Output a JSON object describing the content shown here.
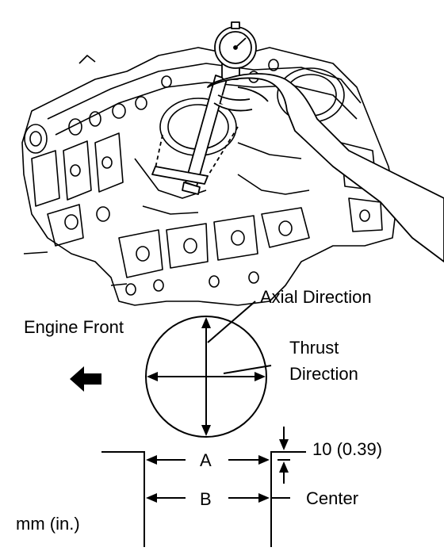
{
  "labels": {
    "axial_direction": "Axial Direction",
    "engine_front": "Engine Front",
    "thrust_line1": "Thrust",
    "thrust_line2": "Direction",
    "position_a": "A",
    "position_b": "B",
    "dimension": "10 (0.39)",
    "center": "Center",
    "units": "mm (in.)"
  },
  "icons": {
    "front_arrow": "arrow-left-icon"
  },
  "colors": {
    "ink": "#000000",
    "paper": "#ffffff"
  }
}
